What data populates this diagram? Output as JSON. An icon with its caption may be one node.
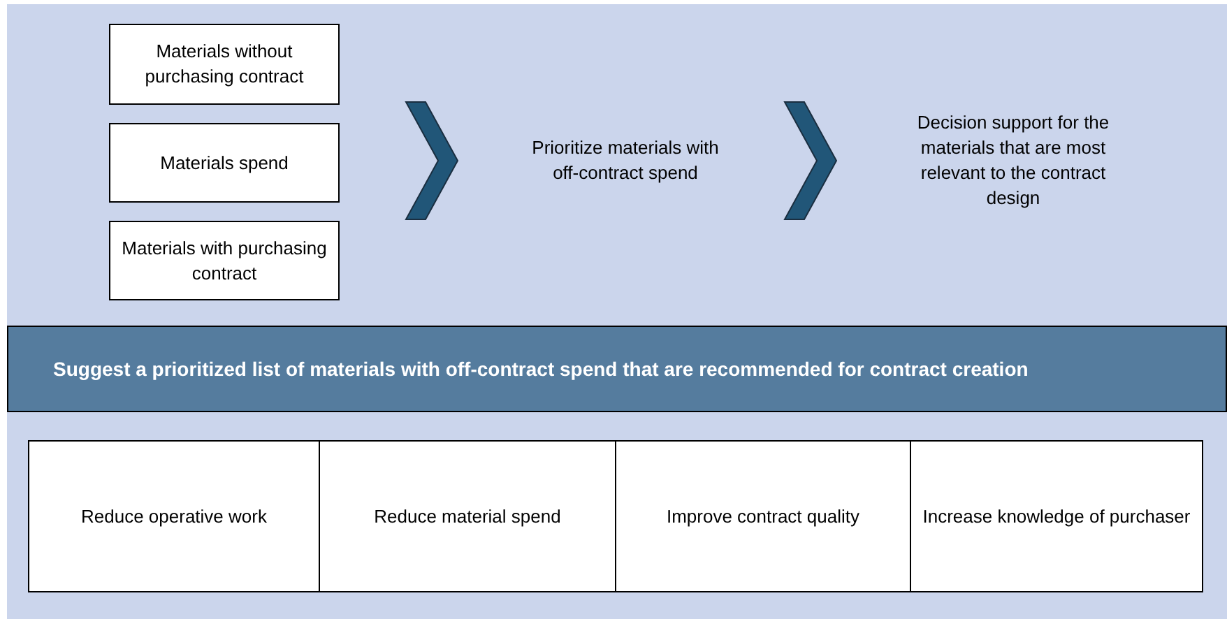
{
  "diagram": {
    "nodes": [
      {
        "text": [
          "Materials without purchasing contract"
        ]
      },
      {
        "text": [
          "Materials spend"
        ]
      },
      {
        "text": [
          "Materials with purchasing contract"
        ]
      },
      {
        "text": [
          "Prioritize materials with off-contract spend"
        ]
      },
      {
        "text": [
          "Decision support for the materials that are most relevant to the contract design"
        ]
      },
      {
        "text": [
          "Suggest a prioritized list of materials with off-contract spend that are recommended for contract creation"
        ]
      },
      {
        "text": [
          "Reduce operative work"
        ]
      },
      {
        "text": [
          "Reduce material spend"
        ]
      },
      {
        "text": [
          "Improve contract quality"
        ]
      },
      {
        "text": [
          "Increase knowledge of purchaser"
        ]
      }
    ],
    "edges": [
      {
        "from": 0,
        "to": 3,
        "arrow": "to"
      },
      {
        "from": 1,
        "to": 3,
        "arrow": "to"
      },
      {
        "from": 2,
        "to": 3,
        "arrow": "to"
      },
      {
        "from": 3,
        "to": 4,
        "arrow": "to"
      }
    ]
  }
}
